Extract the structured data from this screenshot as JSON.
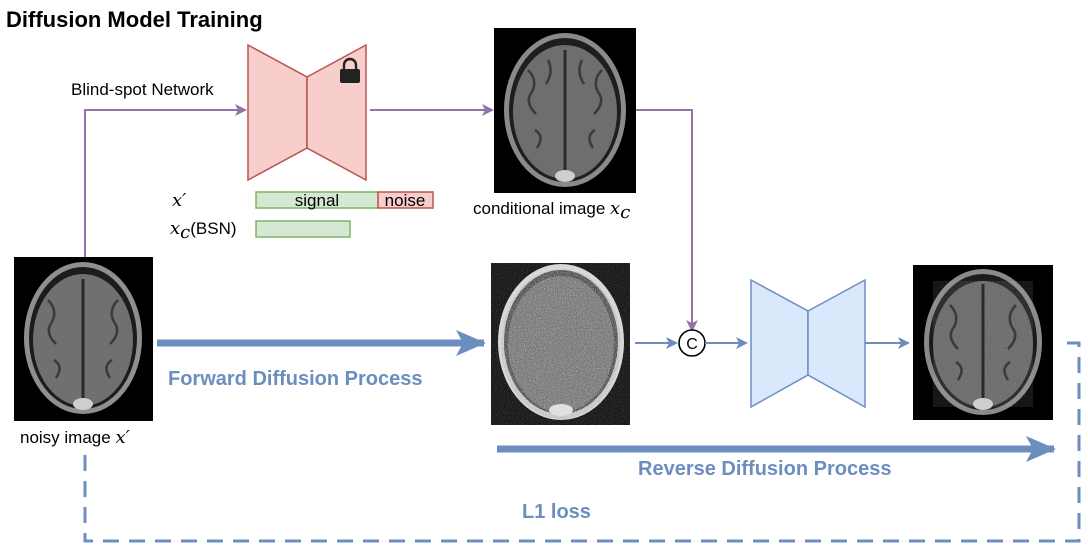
{
  "title": "Diffusion Model Training",
  "labels": {
    "blind_spot_network": "Blind-spot Network",
    "conditional_image_prefix": "conditional image ",
    "conditional_image_math": "x",
    "conditional_image_sub": "c",
    "noisy_image_prefix": "noisy image ",
    "noisy_image_math": "x′",
    "x_prime": "x′",
    "xc_bsn_math": "x",
    "xc_bsn_sub": "c",
    "xc_bsn_suffix": "(BSN)",
    "signal": "signal",
    "noise": "noise",
    "concat": "C",
    "forward_process": "Forward Diffusion Process",
    "reverse_process": "Reverse Diffusion Process",
    "l1_loss": "L1 loss"
  },
  "colors": {
    "purple": "#9673a6",
    "blue": "#6c8ebf",
    "pink_fill": "#f8cecc",
    "pink_stroke": "#b85450",
    "blue_fill": "#dae8fc",
    "green_fill": "#d5e8d4",
    "green_stroke": "#82b366"
  },
  "icons": {
    "lock": "lock-icon"
  }
}
